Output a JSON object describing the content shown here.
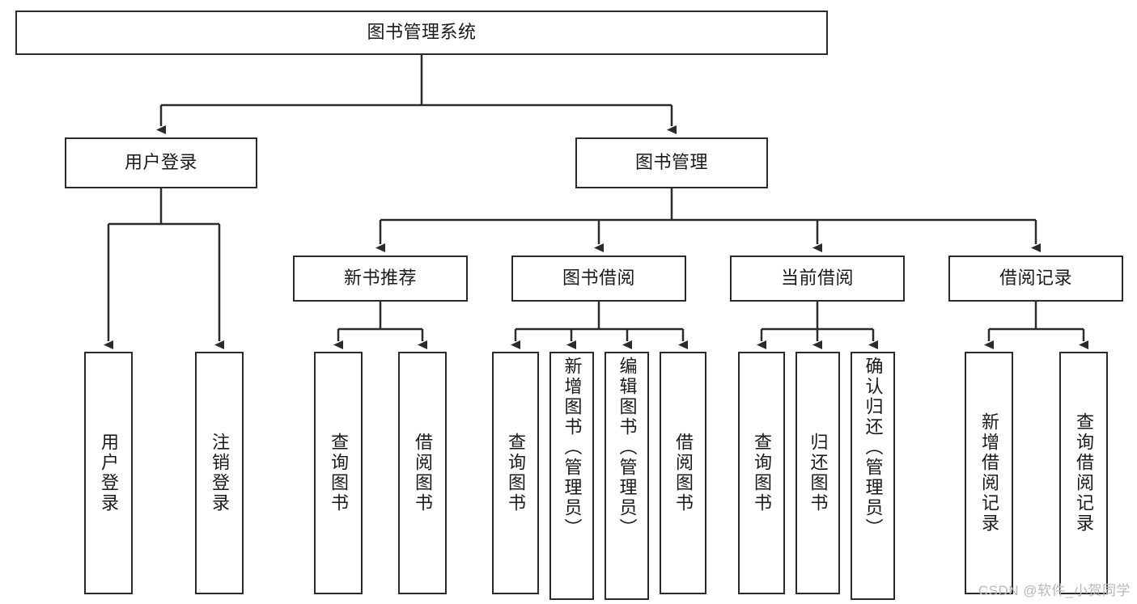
{
  "diagram": {
    "title": "图书管理系统",
    "type": "tree-structure-chart",
    "watermark": "CSDN @软件_小贺同学",
    "stroke_color": "#2b2b2b",
    "fill_color": "#ffffff",
    "text_color": "#1a1a1a",
    "watermark_color": "#b9b9b9",
    "root": {
      "id": "root",
      "label": "图书管理系统",
      "orientation": "horizontal"
    },
    "level2": [
      {
        "id": "user-login",
        "label": "用户登录",
        "orientation": "horizontal"
      },
      {
        "id": "book-manage",
        "label": "图书管理",
        "orientation": "horizontal"
      }
    ],
    "level3": [
      {
        "id": "new-book-recommend",
        "label": "新书推荐",
        "orientation": "horizontal",
        "parent": "book-manage"
      },
      {
        "id": "book-borrow",
        "label": "图书借阅",
        "orientation": "horizontal",
        "parent": "book-manage"
      },
      {
        "id": "current-borrow",
        "label": "当前借阅",
        "orientation": "horizontal",
        "parent": "book-manage"
      },
      {
        "id": "borrow-record",
        "label": "借阅记录",
        "orientation": "horizontal",
        "parent": "book-manage"
      }
    ],
    "leaves": [
      {
        "id": "leaf-user-login",
        "label": "用户登录",
        "parent": "user-login",
        "orientation": "vertical",
        "align": "center"
      },
      {
        "id": "leaf-user-logout",
        "label": "注销登录",
        "parent": "user-login",
        "orientation": "vertical",
        "align": "center"
      },
      {
        "id": "leaf-query-book-1",
        "label": "查询图书",
        "parent": "new-book-recommend",
        "orientation": "vertical",
        "align": "center"
      },
      {
        "id": "leaf-borrow-book-1",
        "label": "借阅图书",
        "parent": "new-book-recommend",
        "orientation": "vertical",
        "align": "center"
      },
      {
        "id": "leaf-query-book-2",
        "label": "查询图书",
        "parent": "book-borrow",
        "orientation": "vertical",
        "align": "center"
      },
      {
        "id": "leaf-add-book",
        "label": "新增图书（管理员）",
        "parent": "book-borrow",
        "orientation": "vertical",
        "align": "top"
      },
      {
        "id": "leaf-edit-book",
        "label": "编辑图书（管理员）",
        "parent": "book-borrow",
        "orientation": "vertical",
        "align": "top"
      },
      {
        "id": "leaf-borrow-book-2",
        "label": "借阅图书",
        "parent": "book-borrow",
        "orientation": "vertical",
        "align": "center"
      },
      {
        "id": "leaf-query-book-3",
        "label": "查询图书",
        "parent": "current-borrow",
        "orientation": "vertical",
        "align": "center"
      },
      {
        "id": "leaf-return-book",
        "label": "归还图书",
        "parent": "current-borrow",
        "orientation": "vertical",
        "align": "center"
      },
      {
        "id": "leaf-confirm-return",
        "label": "确认归还（管理员）",
        "parent": "current-borrow",
        "orientation": "vertical",
        "align": "top"
      },
      {
        "id": "leaf-add-record",
        "label": "新增借阅记录",
        "parent": "borrow-record",
        "orientation": "vertical",
        "align": "center"
      },
      {
        "id": "leaf-query-record",
        "label": "查询借阅记录",
        "parent": "borrow-record",
        "orientation": "vertical",
        "align": "center"
      }
    ]
  }
}
